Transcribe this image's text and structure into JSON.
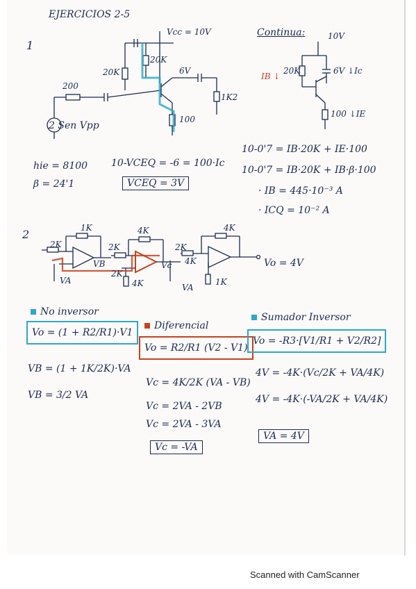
{
  "heading": "EJERCICIOS 2-5",
  "ex1": {
    "number": "1",
    "vcc": "Vcc = 10V",
    "r_top": "20K",
    "r_bias": "20K",
    "v6": "6V",
    "r_source": "200",
    "r_load": "1K2",
    "r_emitter": "100",
    "source": "2 Sen Vpp",
    "continuation_title": "Continua:",
    "cont_10v": "10V",
    "cont_r": "20K",
    "cont_6v": "6V ↓Ic",
    "ib": "IB ↓",
    "cont_100": "100 ↓IE",
    "eq1": "10-0'7 = IB·20K + IE·100",
    "eq2": "10-0'7 = IB·20K + IB·β·100",
    "ib_result": "· IB = 445·10⁻³ A",
    "ic_result": "· ICQ = 10⁻² A",
    "hie": "hie = 8100",
    "beta": "β = 24'1",
    "vce_eq": "10-VCEQ = -6 = 100·Ic",
    "vce_result": "VCEQ = 3V"
  },
  "ex2": {
    "number": "2",
    "r_1k": "1K",
    "r_4k_a": "4K",
    "r_4k_b": "4K",
    "r_2k_a": "2K",
    "r_2k_b": "2K",
    "r_2k_c": "2K",
    "vb_node": "VB",
    "vc_node": "Vc",
    "r_4k_c": "4K",
    "r_2k_d": "2K",
    "r_4k_d": "4K",
    "r_1k_b": "1K",
    "va_a": "VA",
    "va_b": "VA",
    "vo": "Vo = 4V",
    "no_inv": {
      "title": "No inversor",
      "formula": "Vo = (1 + R2/R1)·V1",
      "step1": "VB = (1 + 1K/2K)·VA",
      "step2": "VB = 3/2 VA"
    },
    "dif": {
      "title": "Diferencial",
      "formula": "Vo = R2/R1 (V2 - V1)",
      "step1": "Vc = 4K/2K (VA - VB)",
      "step2": "Vc = 2VA - 2VB",
      "step3": "Vc = 2VA - 3VA",
      "result": "Vc = -VA"
    },
    "sum": {
      "title": "Sumador Inversor",
      "formula": "Vo = -R3·[V1/R1 + V2/R2]",
      "step1": "4V = -4K·(Vc/2K + VA/4K)",
      "step2": "4V = -4K·(-VA/2K + VA/4K)",
      "result": "VA = 4V"
    }
  },
  "footer": "Scanned with CamScanner",
  "colors": {
    "ink": "#1a2a52",
    "cyan_highlight": "#2aa9c9",
    "red_highlight": "#c9401f"
  }
}
